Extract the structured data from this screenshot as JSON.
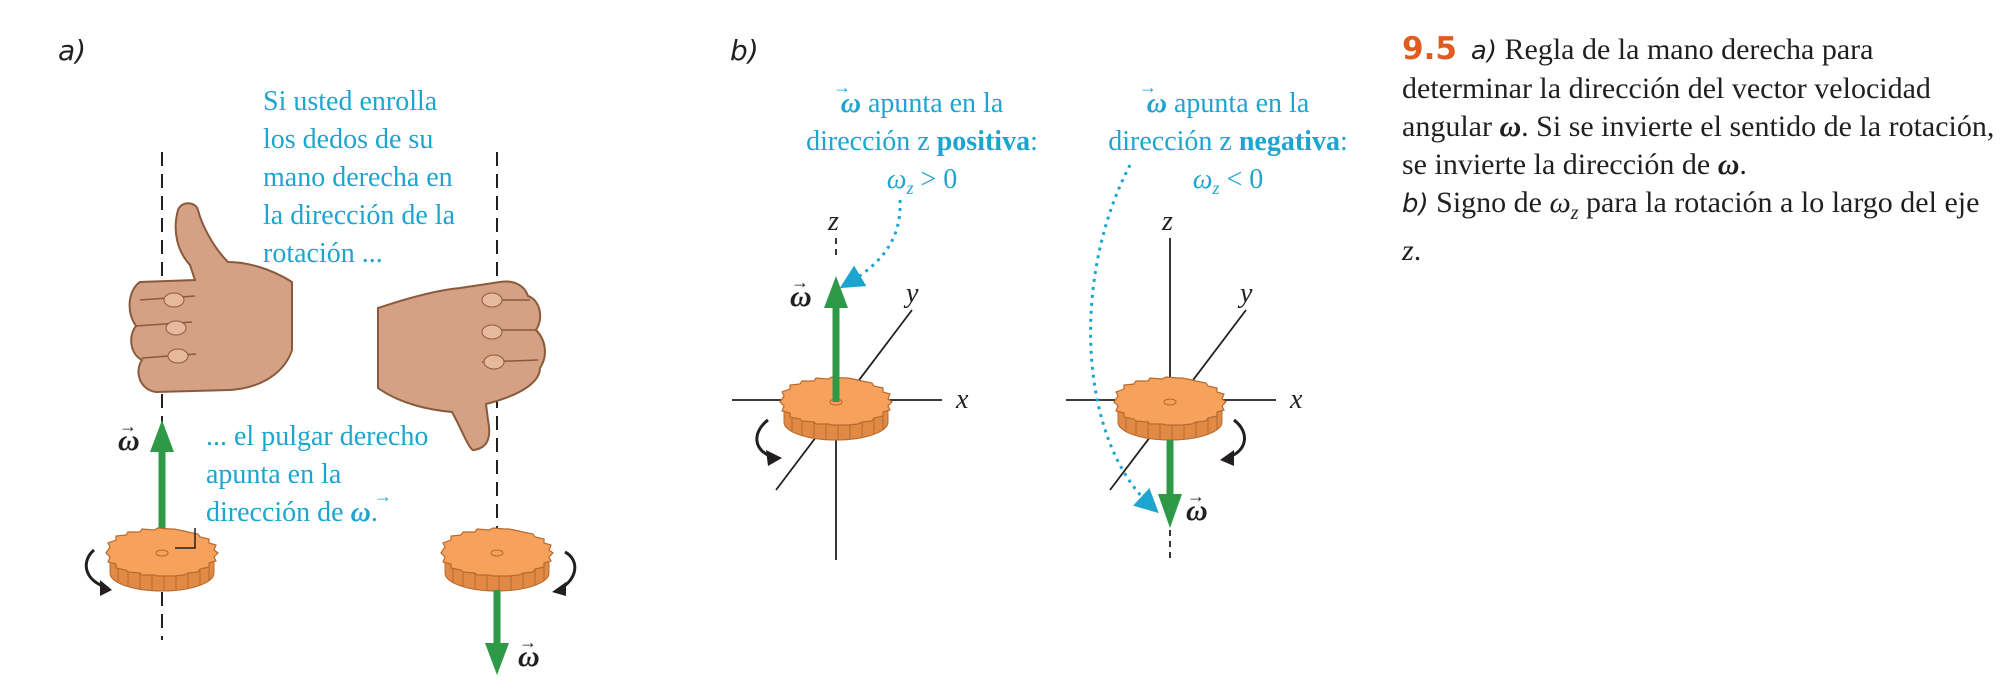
{
  "panel_a": {
    "label": "a)",
    "instruction_lines": [
      "Si usted enrolla",
      "los dedos de su",
      "mano derecha en",
      "la dirección de la",
      "rotación ..."
    ],
    "result_lines": [
      "... el pulgar derecho",
      "apunta en la",
      "dirección de"
    ],
    "omega_symbol": "ω",
    "period": ".",
    "omega_label_up": "ω",
    "omega_label_down": "ω"
  },
  "panel_b": {
    "label": "b)",
    "positive": {
      "line1": "apunta en la",
      "line2_pre": "dirección z",
      "line2_bold": "positiva",
      "line2_post": ":",
      "condition": "ω",
      "condition_sub": "z",
      "condition_rel": " > 0"
    },
    "negative": {
      "line1": "apunta en la",
      "line2_pre": "dirección z",
      "line2_bold": "negativa",
      "line2_post": ":",
      "condition": "ω",
      "condition_sub": "z",
      "condition_rel": " < 0"
    },
    "axis_labels": {
      "x": "x",
      "y": "y",
      "z": "z"
    },
    "omega_label": "ω"
  },
  "caption": {
    "number": "9.5",
    "a_label": "a)",
    "a_text_1": "Regla de la mano derecha para determinar la dirección del vector velocidad angular",
    "omega": "ω",
    "a_text_2": ". Si se invierte el sentido de la rotación, se invierte la dirección de",
    "period": ".",
    "b_label": "b)",
    "b_text_1": "Signo de",
    "omega_z": "ω",
    "omega_z_sub": "z",
    "b_text_2": "para la rotación a lo largo del eje",
    "axis": "z",
    "end": "."
  },
  "colors": {
    "text_blue": "#1ea5cf",
    "arrow_green": "#2e9a47",
    "gear_orange": "#f6a25c",
    "hand_skin": "#d5a184",
    "caption_number": "#e15a1f"
  }
}
